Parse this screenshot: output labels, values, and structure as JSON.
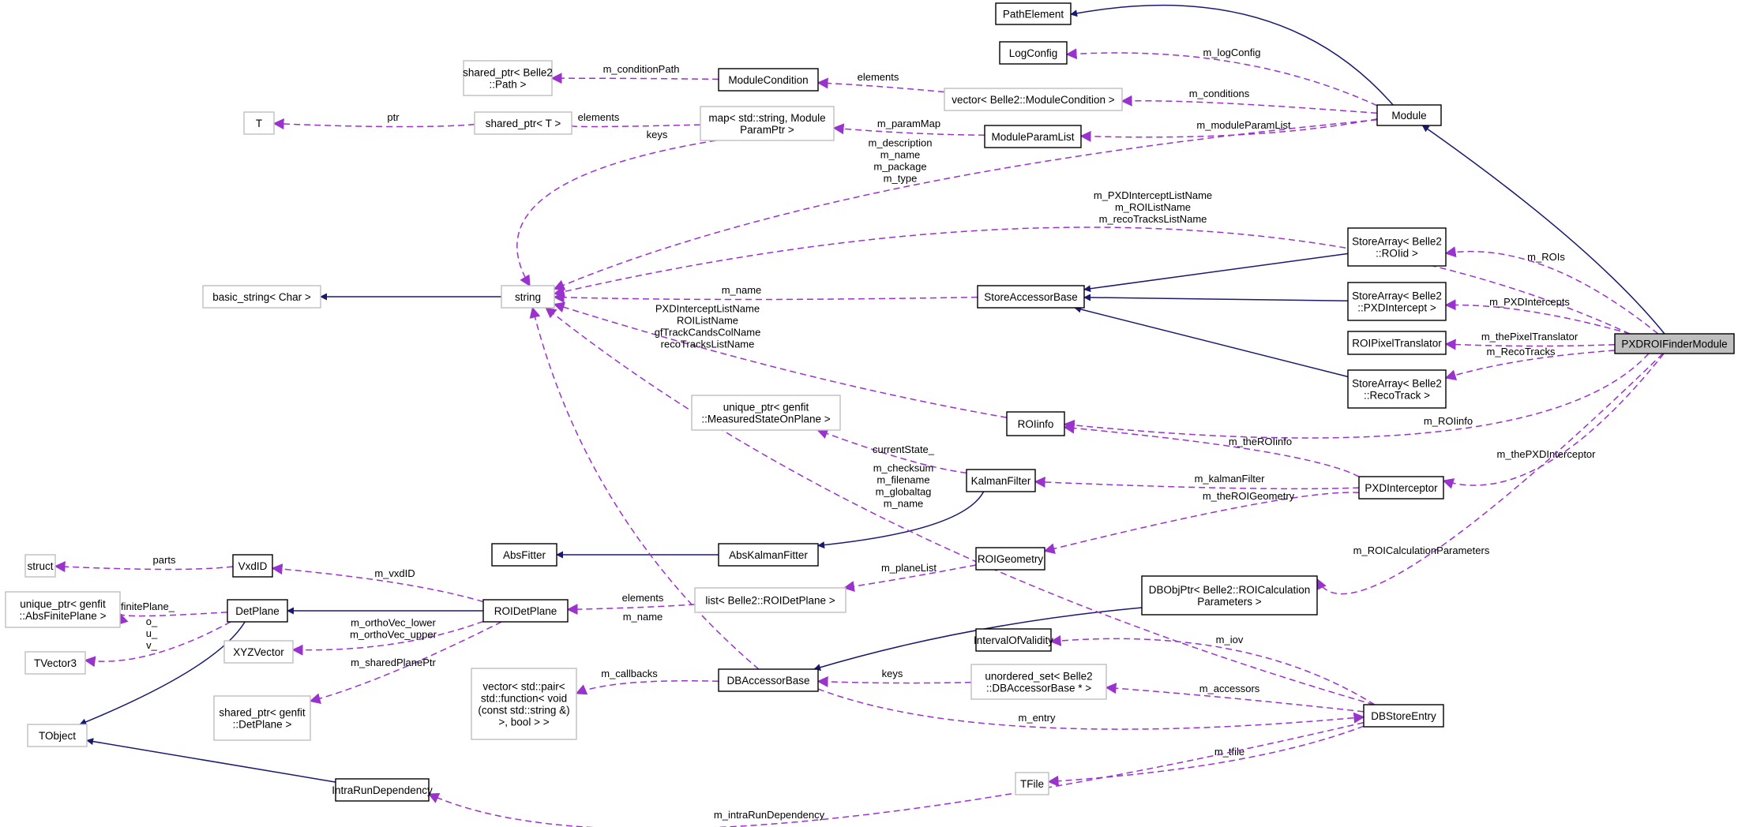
{
  "title": "PXDROIFinderModule collaboration graph",
  "colors": {
    "inheritance": "#191970",
    "usage": "#9a32cd",
    "focus_fill": "#bfbfbf",
    "external_border": "#bfbfbf"
  },
  "nodes": [
    {
      "id": "PathElement",
      "lines": [
        "PathElement"
      ],
      "kind": "class"
    },
    {
      "id": "LogConfig",
      "lines": [
        "LogConfig"
      ],
      "kind": "class"
    },
    {
      "id": "spPath",
      "lines": [
        "shared_ptr< Belle2",
        "::Path >"
      ],
      "kind": "ext"
    },
    {
      "id": "ModuleCondition",
      "lines": [
        "ModuleCondition"
      ],
      "kind": "class"
    },
    {
      "id": "vecModCond",
      "lines": [
        "vector< Belle2::ModuleCondition >"
      ],
      "kind": "ext"
    },
    {
      "id": "T",
      "lines": [
        "T"
      ],
      "kind": "ext"
    },
    {
      "id": "spT",
      "lines": [
        "shared_ptr< T >"
      ],
      "kind": "ext"
    },
    {
      "id": "map",
      "lines": [
        "map< std::string, Module",
        "ParamPtr >"
      ],
      "kind": "ext"
    },
    {
      "id": "ModuleParamList",
      "lines": [
        "ModuleParamList"
      ],
      "kind": "class"
    },
    {
      "id": "Module",
      "lines": [
        "Module"
      ],
      "kind": "class"
    },
    {
      "id": "basic_string",
      "lines": [
        "basic_string< Char >"
      ],
      "kind": "ext"
    },
    {
      "id": "string",
      "lines": [
        "string"
      ],
      "kind": "ext"
    },
    {
      "id": "StoreAccessorBase",
      "lines": [
        "StoreAccessorBase"
      ],
      "kind": "class"
    },
    {
      "id": "saROIid",
      "lines": [
        "StoreArray< Belle2",
        "::ROIid >"
      ],
      "kind": "class"
    },
    {
      "id": "saPXDIntercept",
      "lines": [
        "StoreArray< Belle2",
        "::PXDIntercept >"
      ],
      "kind": "class"
    },
    {
      "id": "ROIPixelTranslator",
      "lines": [
        "ROIPixelTranslator"
      ],
      "kind": "class"
    },
    {
      "id": "saRecoTrack",
      "lines": [
        "StoreArray< Belle2",
        "::RecoTrack >"
      ],
      "kind": "class"
    },
    {
      "id": "PXDROIFinderModule",
      "lines": [
        "PXDROIFinderModule"
      ],
      "kind": "focus"
    },
    {
      "id": "ROIinfo",
      "lines": [
        "ROIinfo"
      ],
      "kind": "class"
    },
    {
      "id": "upMSOP",
      "lines": [
        "unique_ptr< genfit",
        "::MeasuredStateOnPlane >"
      ],
      "kind": "ext"
    },
    {
      "id": "KalmanFilter",
      "lines": [
        "KalmanFilter"
      ],
      "kind": "class"
    },
    {
      "id": "PXDInterceptor",
      "lines": [
        "PXDInterceptor"
      ],
      "kind": "class"
    },
    {
      "id": "AbsFitter",
      "lines": [
        "AbsFitter"
      ],
      "kind": "class"
    },
    {
      "id": "AbsKalmanFitter",
      "lines": [
        "AbsKalmanFitter"
      ],
      "kind": "class"
    },
    {
      "id": "ROIGeometry",
      "lines": [
        "ROIGeometry"
      ],
      "kind": "class"
    },
    {
      "id": "struct",
      "lines": [
        "struct"
      ],
      "kind": "ext"
    },
    {
      "id": "VxdID",
      "lines": [
        "VxdID"
      ],
      "kind": "class"
    },
    {
      "id": "DetPlane",
      "lines": [
        "DetPlane"
      ],
      "kind": "class"
    },
    {
      "id": "upAbsFinitePlane",
      "lines": [
        "unique_ptr< genfit",
        "::AbsFinitePlane >"
      ],
      "kind": "ext"
    },
    {
      "id": "ROIDetPlane",
      "lines": [
        "ROIDetPlane"
      ],
      "kind": "class"
    },
    {
      "id": "listROIDetPlane",
      "lines": [
        "list< Belle2::ROIDetPlane >"
      ],
      "kind": "ext"
    },
    {
      "id": "DBObjPtr",
      "lines": [
        "DBObjPtr< Belle2::ROICalculation",
        "Parameters >"
      ],
      "kind": "class"
    },
    {
      "id": "XYZVector",
      "lines": [
        "XYZVector"
      ],
      "kind": "ext"
    },
    {
      "id": "TVector3",
      "lines": [
        "TVector3"
      ],
      "kind": "ext"
    },
    {
      "id": "spDetPlane",
      "lines": [
        "shared_ptr< genfit",
        "::DetPlane >"
      ],
      "kind": "ext"
    },
    {
      "id": "vecPair",
      "lines": [
        "vector< std::pair<",
        "std::function< void",
        "(const std::string &)",
        ">, bool > >"
      ],
      "kind": "ext"
    },
    {
      "id": "DBAccessorBase",
      "lines": [
        "DBAccessorBase"
      ],
      "kind": "class"
    },
    {
      "id": "usetDBAB",
      "lines": [
        "unordered_set< Belle2",
        "::DBAccessorBase * >"
      ],
      "kind": "ext"
    },
    {
      "id": "IntervalOfValidity",
      "lines": [
        "IntervalOfValidity"
      ],
      "kind": "class"
    },
    {
      "id": "DBStoreEntry",
      "lines": [
        "DBStoreEntry"
      ],
      "kind": "class"
    },
    {
      "id": "TObject",
      "lines": [
        "TObject"
      ],
      "kind": "ext"
    },
    {
      "id": "TFile",
      "lines": [
        "TFile"
      ],
      "kind": "ext"
    },
    {
      "id": "IntraRunDependency",
      "lines": [
        "IntraRunDependency"
      ],
      "kind": "class"
    }
  ],
  "edges": [
    {
      "from": "PXDROIFinderModule",
      "to": "Module",
      "type": "inheritance",
      "label": []
    },
    {
      "from": "Module",
      "to": "PathElement",
      "type": "inheritance",
      "label": []
    },
    {
      "from": "saROIid",
      "to": "StoreAccessorBase",
      "type": "inheritance",
      "label": []
    },
    {
      "from": "saPXDIntercept",
      "to": "StoreAccessorBase",
      "type": "inheritance",
      "label": []
    },
    {
      "from": "saRecoTrack",
      "to": "StoreAccessorBase",
      "type": "inheritance",
      "label": []
    },
    {
      "from": "string",
      "to": "basic_string",
      "type": "inheritance",
      "label": []
    },
    {
      "from": "KalmanFilter",
      "to": "AbsKalmanFitter",
      "type": "inheritance",
      "label": []
    },
    {
      "from": "AbsKalmanFitter",
      "to": "AbsFitter",
      "type": "inheritance",
      "label": []
    },
    {
      "from": "DBObjPtr",
      "to": "DBAccessorBase",
      "type": "inheritance",
      "label": []
    },
    {
      "from": "ROIDetPlane",
      "to": "DetPlane",
      "type": "inheritance",
      "label": []
    },
    {
      "from": "DetPlane",
      "to": "TObject",
      "type": "inheritance",
      "label": []
    },
    {
      "from": "IntraRunDependency",
      "to": "TObject",
      "type": "inheritance",
      "label": []
    },
    {
      "from": "Module",
      "to": "LogConfig",
      "type": "usage",
      "label": [
        "m_logConfig"
      ]
    },
    {
      "from": "Module",
      "to": "vecModCond",
      "type": "usage",
      "label": [
        "m_conditions"
      ]
    },
    {
      "from": "vecModCond",
      "to": "ModuleCondition",
      "type": "usage",
      "label": [
        "elements"
      ]
    },
    {
      "from": "ModuleCondition",
      "to": "spPath",
      "type": "usage",
      "label": [
        "m_conditionPath"
      ]
    },
    {
      "from": "Module",
      "to": "ModuleParamList",
      "type": "usage",
      "label": [
        "m_moduleParamList"
      ]
    },
    {
      "from": "ModuleParamList",
      "to": "map",
      "type": "usage",
      "label": [
        "m_paramMap"
      ]
    },
    {
      "from": "map",
      "to": "spT",
      "type": "usage",
      "label": [
        "elements"
      ]
    },
    {
      "from": "spT",
      "to": "T",
      "type": "usage",
      "label": [
        "ptr"
      ]
    },
    {
      "from": "map",
      "to": "string",
      "type": "usage",
      "label": [
        "keys"
      ]
    },
    {
      "from": "Module",
      "to": "string",
      "type": "usage",
      "label": [
        "m_description",
        "m_name",
        "m_package",
        "m_type"
      ]
    },
    {
      "from": "PXDROIFinderModule",
      "to": "string",
      "type": "usage",
      "label": [
        "m_PXDInterceptListName",
        "m_ROIListName",
        "m_recoTracksListName"
      ]
    },
    {
      "from": "StoreAccessorBase",
      "to": "string",
      "type": "usage",
      "label": [
        "m_name"
      ]
    },
    {
      "from": "ROIinfo",
      "to": "string",
      "type": "usage",
      "label": [
        "PXDInterceptListName",
        "ROIListName",
        "gfTrackCandsColName",
        "recoTracksListName"
      ]
    },
    {
      "from": "PXDROIFinderModule",
      "to": "saROIid",
      "type": "usage",
      "label": [
        "m_ROIs"
      ]
    },
    {
      "from": "PXDROIFinderModule",
      "to": "saPXDIntercept",
      "type": "usage",
      "label": [
        "m_PXDIntercepts"
      ]
    },
    {
      "from": "PXDROIFinderModule",
      "to": "ROIPixelTranslator",
      "type": "usage",
      "label": [
        "m_thePixelTranslator"
      ]
    },
    {
      "from": "PXDROIFinderModule",
      "to": "saRecoTrack",
      "type": "usage",
      "label": [
        "m_RecoTracks"
      ]
    },
    {
      "from": "PXDROIFinderModule",
      "to": "ROIinfo",
      "type": "usage",
      "label": [
        "m_ROIinfo"
      ]
    },
    {
      "from": "PXDInterceptor",
      "to": "ROIinfo",
      "type": "usage",
      "label": [
        "m_theROIinfo"
      ]
    },
    {
      "from": "PXDROIFinderModule",
      "to": "PXDInterceptor",
      "type": "usage",
      "label": [
        "m_thePXDInterceptor"
      ]
    },
    {
      "from": "PXDInterceptor",
      "to": "KalmanFilter",
      "type": "usage",
      "label": [
        "m_kalmanFilter"
      ]
    },
    {
      "from": "KalmanFilter",
      "to": "upMSOP",
      "type": "usage",
      "label": [
        "currentState_"
      ]
    },
    {
      "from": "DBStoreEntry",
      "to": "string",
      "type": "usage",
      "label": [
        "m_checksum",
        "m_filename",
        "m_globaltag",
        "m_name"
      ]
    },
    {
      "from": "PXDInterceptor",
      "to": "ROIGeometry",
      "type": "usage",
      "label": [
        "m_theROIGeometry"
      ]
    },
    {
      "from": "PXDROIFinderModule",
      "to": "DBObjPtr",
      "type": "usage",
      "label": [
        "m_ROICalculationParameters"
      ]
    },
    {
      "from": "ROIGeometry",
      "to": "listROIDetPlane",
      "type": "usage",
      "label": [
        "m_planeList"
      ]
    },
    {
      "from": "listROIDetPlane",
      "to": "ROIDetPlane",
      "type": "usage",
      "label": [
        "elements"
      ]
    },
    {
      "from": "ROIDetPlane",
      "to": "VxdID",
      "type": "usage",
      "label": [
        "m_vxdID"
      ]
    },
    {
      "from": "ROIDetPlane",
      "to": "XYZVector",
      "type": "usage",
      "label": [
        "m_orthoVec_lower",
        "m_orthoVec_upper"
      ]
    },
    {
      "from": "ROIDetPlane",
      "to": "spDetPlane",
      "type": "usage",
      "label": [
        "m_sharedPlanePtr"
      ]
    },
    {
      "from": "VxdID",
      "to": "struct",
      "type": "usage",
      "label": [
        "parts"
      ]
    },
    {
      "from": "DetPlane",
      "to": "upAbsFinitePlane",
      "type": "usage",
      "label": [
        "finitePlane_"
      ]
    },
    {
      "from": "DetPlane",
      "to": "TVector3",
      "type": "usage",
      "label": [
        "o_",
        "u_",
        "v_"
      ]
    },
    {
      "from": "DBAccessorBase",
      "to": "string",
      "type": "usage",
      "label": [
        "m_name"
      ]
    },
    {
      "from": "DBAccessorBase",
      "to": "vecPair",
      "type": "usage",
      "label": [
        "m_callbacks"
      ]
    },
    {
      "from": "usetDBAB",
      "to": "DBAccessorBase",
      "type": "usage",
      "label": [
        "keys"
      ]
    },
    {
      "from": "DBStoreEntry",
      "to": "IntervalOfValidity",
      "type": "usage",
      "label": [
        "m_iov"
      ]
    },
    {
      "from": "DBStoreEntry",
      "to": "usetDBAB",
      "type": "usage",
      "label": [
        "m_accessors"
      ]
    },
    {
      "from": "DBAccessorBase",
      "to": "DBStoreEntry",
      "type": "usage",
      "label": [
        "m_entry"
      ]
    },
    {
      "from": "DBStoreEntry",
      "to": "TFile",
      "type": "usage",
      "label": [
        "m_tfile"
      ]
    },
    {
      "from": "DBStoreEntry",
      "to": "IntraRunDependency",
      "type": "usage",
      "label": [
        "m_intraRunDependency"
      ]
    }
  ]
}
